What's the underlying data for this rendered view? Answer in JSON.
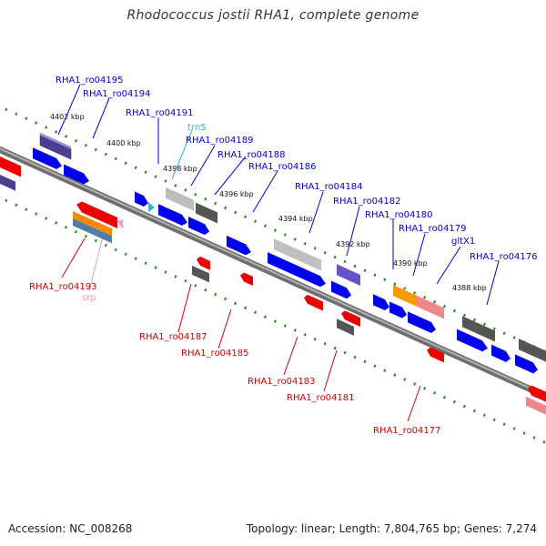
{
  "title": "Rhodococcus jostii RHA1, complete genome",
  "footer": {
    "accession": "Accession: NC_008268",
    "summary": "Topology: linear; Length: 7,804,765 bp; Genes: 7,274"
  },
  "colors": {
    "forward_label": "#0000cc",
    "reverse_label": "#cc0000",
    "rna_label": "#22bbcc",
    "srp_label": "#ee99bb",
    "tick": "#228822",
    "backbone": "#888888"
  },
  "scale_labels": [
    "4402 kbp",
    "4400 kbp",
    "4398 kbp",
    "4396 kbp",
    "4394 kbp",
    "4392 kbp",
    "4390 kbp",
    "4388 kbp"
  ],
  "forward_labels": [
    "RHA1_ro04195",
    "RHA1_ro04194",
    "RHA1_ro04191",
    "RHA1_ro04189",
    "RHA1_ro04188",
    "RHA1_ro04186",
    "RHA1_ro04184",
    "RHA1_ro04182",
    "RHA1_ro04180",
    "RHA1_ro04179",
    "gltX1",
    "RHA1_ro04176"
  ],
  "rna_labels": [
    "trnS"
  ],
  "reverse_labels": [
    "RHA1_ro04193",
    "RHA1_ro04187",
    "RHA1_ro04185",
    "RHA1_ro04183",
    "RHA1_ro04181",
    "RHA1_ro04177"
  ],
  "srp_labels": [
    "srp"
  ]
}
